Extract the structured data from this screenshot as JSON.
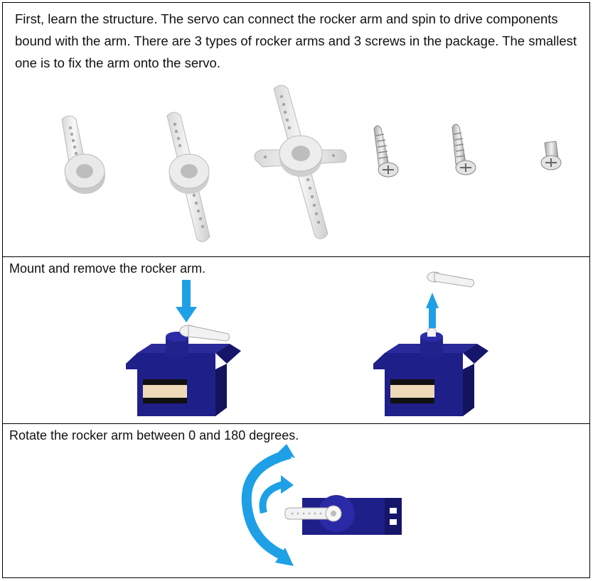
{
  "intro": {
    "text": "First, learn the structure. The servo can connect the rocker arm and spin to drive components bound with the arm. There are 3 types of rocker arms and 3 screws in the package. The smallest one is to fix the arm onto the servo."
  },
  "mount": {
    "caption": "Mount and remove the rocker arm."
  },
  "rotate": {
    "caption": "Rotate the rocker arm between 0 and 180 degrees."
  },
  "colors": {
    "servo_blue": "#1f1f8a",
    "arrow_blue": "#1ea0e6",
    "arm_white": "#f2f2f2",
    "label_tan": "#eed9b8"
  },
  "parts": [
    "single-arm",
    "double-arm",
    "cross-arm",
    "long-screw",
    "medium-screw",
    "short-screw"
  ]
}
